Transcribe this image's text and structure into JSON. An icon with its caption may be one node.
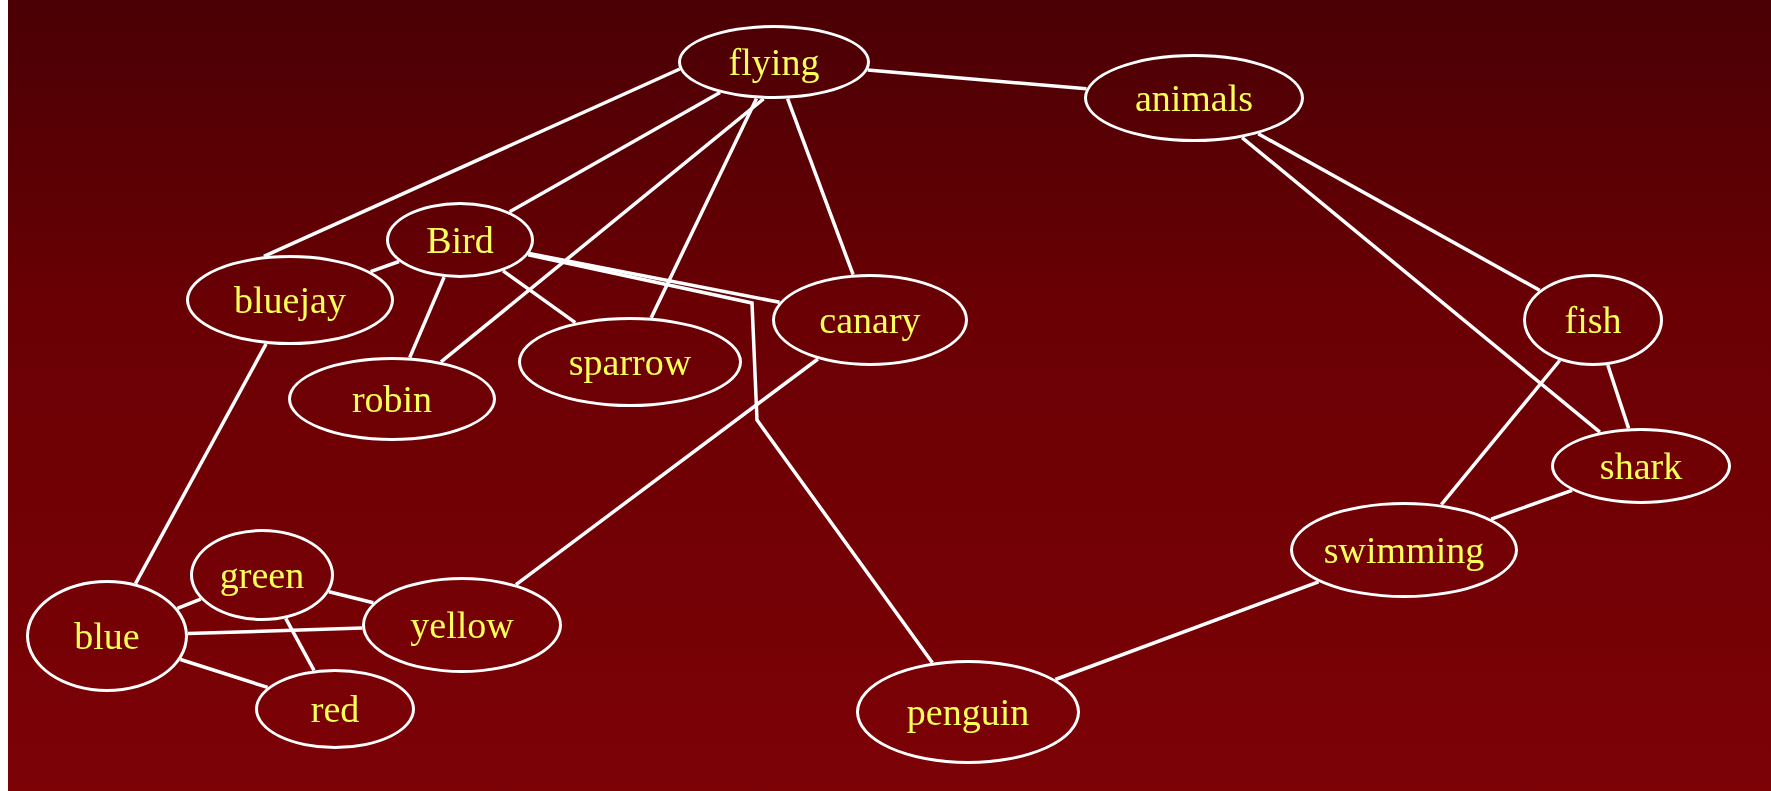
{
  "diagram": {
    "nodes": [
      {
        "text": [
          "flying"
        ]
      },
      {
        "text": [
          "animals"
        ]
      },
      {
        "text": [
          "Bird"
        ]
      },
      {
        "text": [
          "bluejay"
        ]
      },
      {
        "text": [
          "canary"
        ]
      },
      {
        "text": [
          "fish"
        ]
      },
      {
        "text": [
          "sparrow"
        ]
      },
      {
        "text": [
          "robin"
        ]
      },
      {
        "text": [
          "shark"
        ]
      },
      {
        "text": [
          "swimming"
        ]
      },
      {
        "text": [
          "green"
        ]
      },
      {
        "text": [
          "blue"
        ]
      },
      {
        "text": [
          "yellow"
        ]
      },
      {
        "text": [
          "red"
        ]
      },
      {
        "text": [
          "penguin"
        ]
      }
    ],
    "edges": [
      {
        "from": 0,
        "to": 1,
        "arrow": "none"
      },
      {
        "from": 0,
        "to": 3,
        "arrow": "none"
      },
      {
        "from": 0,
        "to": 2,
        "arrow": "none"
      },
      {
        "from": 0,
        "to": 7,
        "arrow": "none"
      },
      {
        "from": 0,
        "to": 6,
        "arrow": "none"
      },
      {
        "from": 0,
        "to": 4,
        "arrow": "none"
      },
      {
        "from": 1,
        "to": 5,
        "arrow": "none"
      },
      {
        "from": 1,
        "to": 8,
        "arrow": "none"
      },
      {
        "from": 5,
        "to": 8,
        "arrow": "none"
      },
      {
        "from": 5,
        "to": 9,
        "arrow": "none"
      },
      {
        "from": 8,
        "to": 9,
        "arrow": "none"
      },
      {
        "from": 9,
        "to": 14,
        "arrow": "none"
      },
      {
        "from": 2,
        "to": 3,
        "arrow": "none"
      },
      {
        "from": 2,
        "to": 7,
        "arrow": "none"
      },
      {
        "from": 2,
        "to": 4,
        "arrow": "none"
      },
      {
        "from": 2,
        "to": 6,
        "arrow": "none"
      },
      {
        "from": 2,
        "to": 14,
        "arrow": "none"
      },
      {
        "from": 3,
        "to": 11,
        "arrow": "none"
      },
      {
        "from": 4,
        "to": 12,
        "arrow": "none"
      },
      {
        "from": 11,
        "to": 10,
        "arrow": "none"
      },
      {
        "from": 11,
        "to": 12,
        "arrow": "none"
      },
      {
        "from": 11,
        "to": 13,
        "arrow": "none"
      },
      {
        "from": 10,
        "to": 13,
        "arrow": "none"
      },
      {
        "from": 10,
        "to": 12,
        "arrow": "none"
      }
    ]
  }
}
